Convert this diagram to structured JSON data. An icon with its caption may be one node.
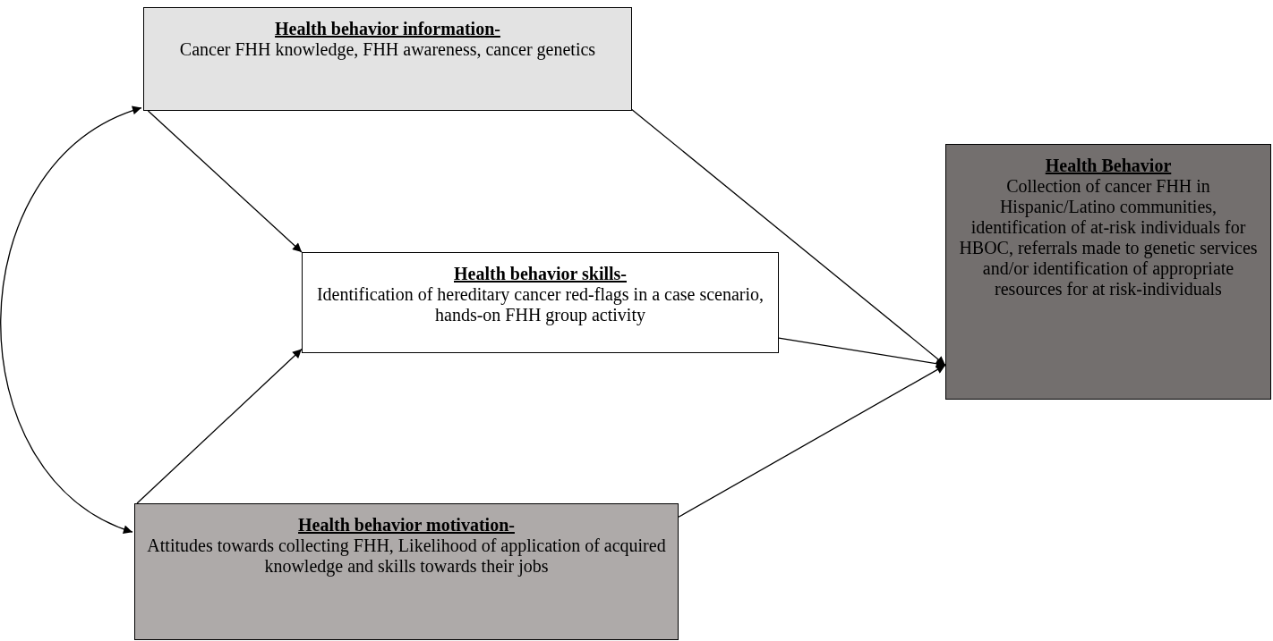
{
  "diagram": {
    "nodes": [
      {
        "text": [
          "Health behavior information-",
          "Cancer FHH knowledge, FHH awareness, cancer genetics"
        ]
      },
      {
        "text": [
          "Health behavior skills-",
          "Identification of hereditary cancer red-flags in a case scenario, hands-on FHH group activity"
        ]
      },
      {
        "text": [
          "Health behavior motivation-",
          "Attitudes towards collecting FHH, Likelihood of application of acquired knowledge and skills towards their jobs"
        ]
      },
      {
        "text": [
          "Health Behavior",
          "Collection of cancer FHH in Hispanic/Latino communities, identification of at-risk individuals for HBOC, referrals made to genetic services and/or identification of appropriate resources for at risk-individuals"
        ]
      }
    ],
    "edges": [
      {
        "from": 0,
        "to": 1,
        "arrow": "to"
      },
      {
        "from": 2,
        "to": 1,
        "arrow": "to"
      },
      {
        "from": 0,
        "to": 3,
        "arrow": "to"
      },
      {
        "from": 1,
        "to": 3,
        "arrow": "to"
      },
      {
        "from": 2,
        "to": 3,
        "arrow": "to"
      },
      {
        "from": 0,
        "to": 2,
        "arrow": "both"
      }
    ]
  }
}
